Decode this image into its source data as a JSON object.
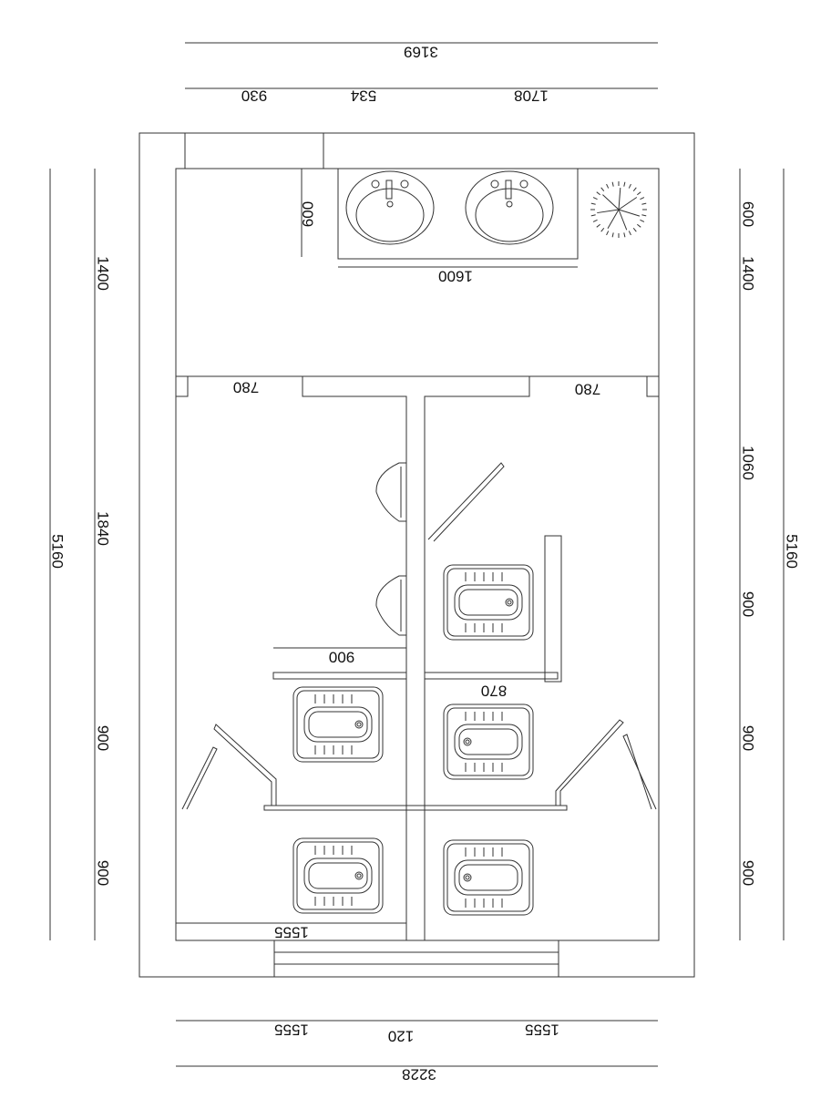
{
  "dimensions": {
    "top_total": "3169",
    "top_segments": [
      "930",
      "534",
      "1708"
    ],
    "left_total": "5160",
    "left_segments": [
      "1400",
      "1840",
      "900",
      "900"
    ],
    "right_total": "5160",
    "right_segments": [
      "600",
      "1400",
      "1060",
      "900",
      "900",
      "900"
    ],
    "bottom_total": "3228",
    "bottom_segments": [
      "1555",
      "120",
      "1555"
    ],
    "vanity_depth": "600",
    "vanity_width": "1600",
    "door_left": "780",
    "door_right": "780",
    "partition_left": "900",
    "partition_right": "870",
    "stall_width": "1555"
  },
  "colors": {
    "line": "#333333",
    "text": "#111111"
  }
}
